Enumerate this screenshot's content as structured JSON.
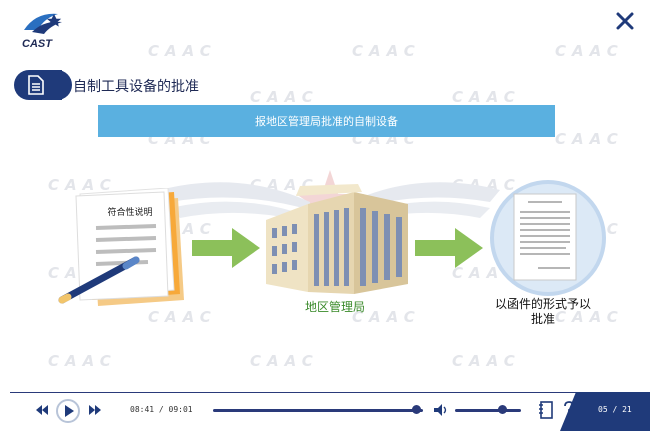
{
  "app": {
    "logo_text": "CAST",
    "watermark_text": "CAAC"
  },
  "header": {
    "section_title": "自制工具设备的批准",
    "banner_text": "报地区管理局批准的自制设备"
  },
  "diagram": {
    "document_label": "符合性说明",
    "bureau_label": "地区管理局",
    "letter_label_line1": "以函件的形式予以",
    "letter_label_line2": "批准"
  },
  "player": {
    "time_text": "08:41 / 09:01",
    "progress_fraction": 0.97,
    "volume_fraction": 0.72,
    "page_counter": "05 / 21"
  },
  "colors": {
    "navy": "#1f3a7a",
    "banner_blue": "#5ab0e0",
    "arrow_green": "#8cc05a",
    "label_green": "#3a8a2a"
  },
  "icons": [
    "close-icon",
    "document-icon",
    "prev-icon",
    "play-icon",
    "next-icon",
    "volume-icon",
    "notes-icon",
    "help-icon"
  ]
}
